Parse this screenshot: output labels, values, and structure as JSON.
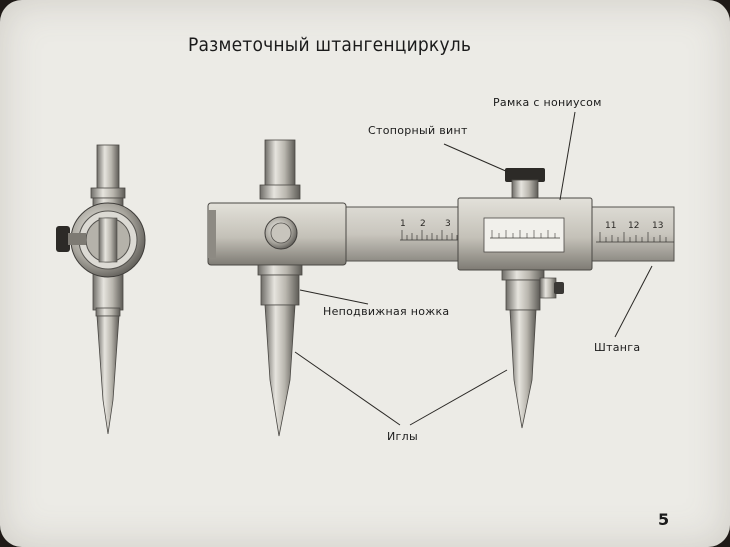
{
  "title": "Разметочный штангенциркуль",
  "labels": {
    "frame_vernier": "Рамка с нониусом",
    "lock_screw": "Стопорный винт",
    "fixed_leg": "Неподвижная ножка",
    "beam": "Штанга",
    "needles": "Иглы"
  },
  "scale_left": [
    "1",
    "2",
    "3"
  ],
  "scale_right": [
    "11",
    "12",
    "13"
  ],
  "page_number": "5"
}
